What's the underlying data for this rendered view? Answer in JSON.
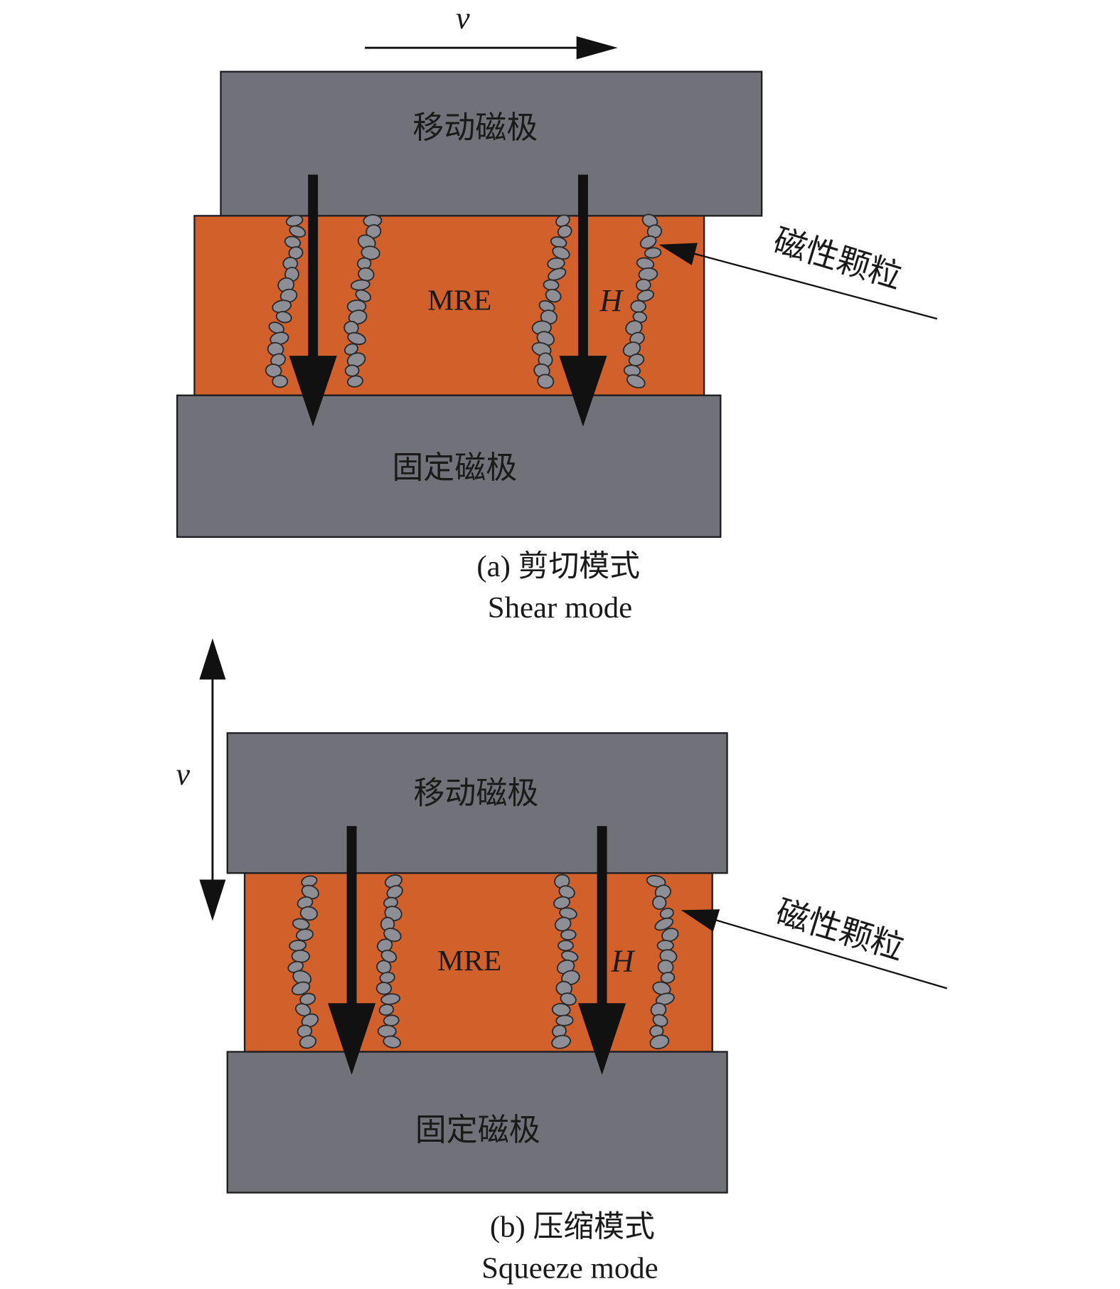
{
  "panel_a": {
    "velocity_label": "v",
    "moving_pole": "移动磁极",
    "mre": "MRE",
    "field_label": "H",
    "fixed_pole": "固定磁极",
    "particle_label": "磁性颗粒",
    "caption_cn": "(a) 剪切模式",
    "caption_en": "Shear mode"
  },
  "panel_b": {
    "velocity_label": "v",
    "moving_pole": "移动磁极",
    "mre": "MRE",
    "field_label": "H",
    "fixed_pole": "固定磁极",
    "particle_label": "磁性颗粒",
    "caption_cn": "(b) 压缩模式",
    "caption_en": "Squeeze mode"
  },
  "colors": {
    "pole": "#717279",
    "mre": "#d2602a",
    "particle": "#8e8f96",
    "arrow": "#111111"
  }
}
